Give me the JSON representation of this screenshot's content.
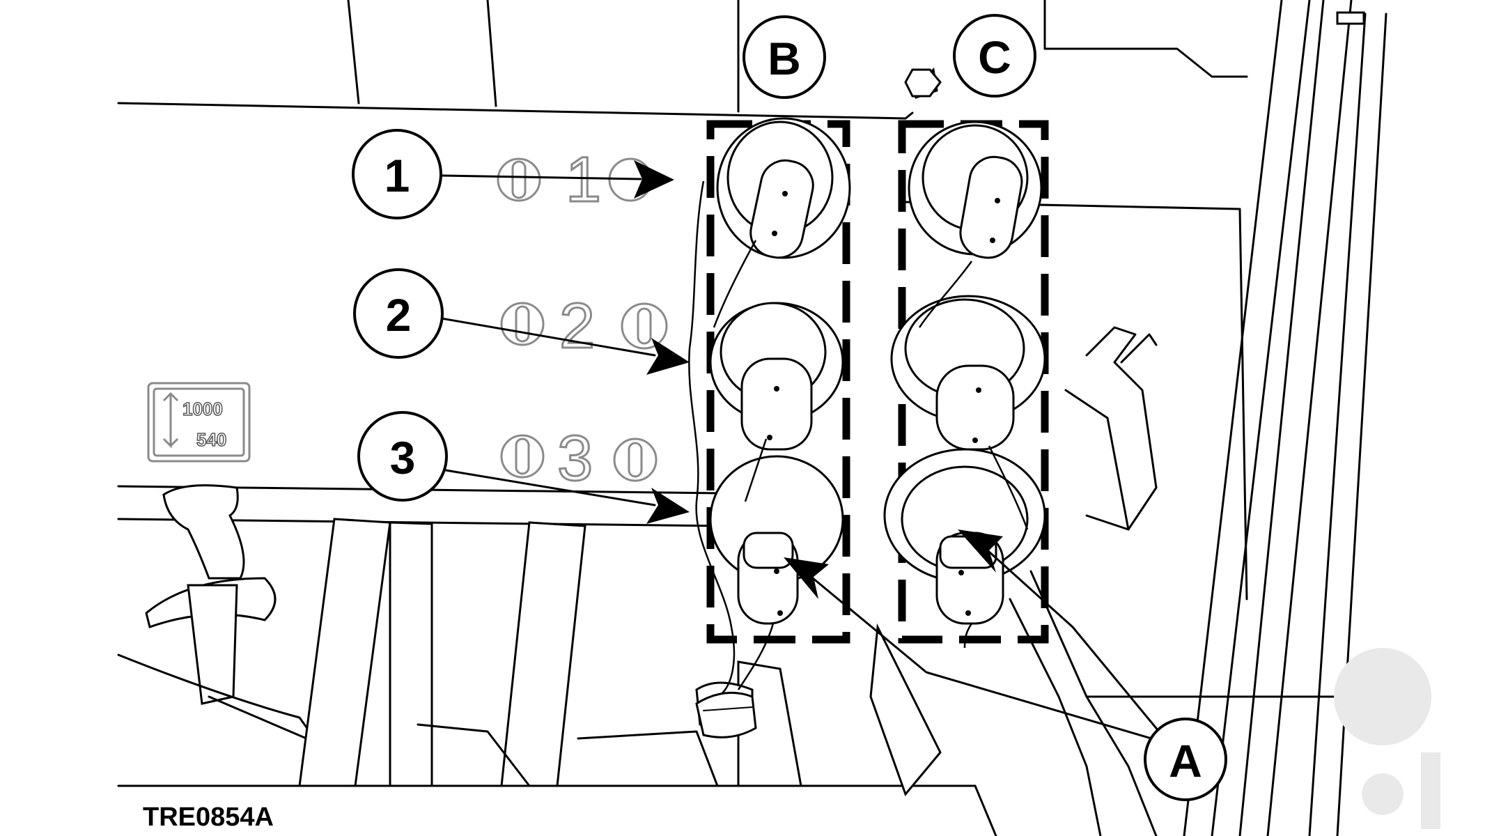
{
  "callouts": {
    "B": "B",
    "C": "C",
    "A": "A",
    "n1": "1",
    "n2": "2",
    "n3": "3"
  },
  "panel_labels": {
    "one": "1",
    "two": "2",
    "three": "3"
  },
  "badge": {
    "top": "1000",
    "bottom": "540"
  },
  "figure_id": "TRE0854A",
  "colors": {
    "line": "#000000",
    "background": "#ffffff",
    "label_outline": "#8a8a8a",
    "watermark": "#e9e9e9"
  }
}
